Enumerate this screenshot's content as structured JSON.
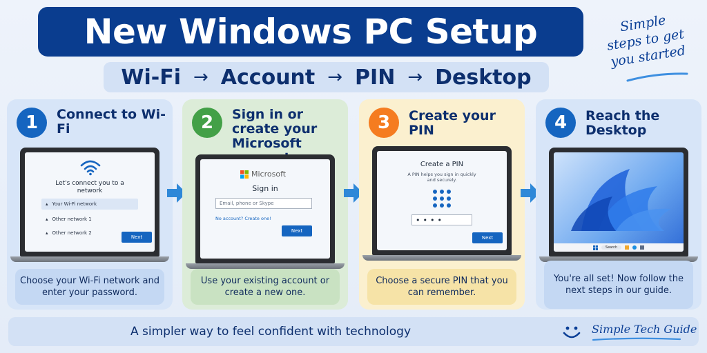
{
  "header": {
    "title": "New Windows PC Setup",
    "flow": [
      "Wi-Fi",
      "Account",
      "PIN",
      "Desktop"
    ],
    "flow_arrow": "→",
    "tagline": [
      "Simple",
      "steps to get",
      "you started"
    ]
  },
  "colors": {
    "title_bg": "#0a3d8f",
    "step1": "#1565c0",
    "step2": "#43a047",
    "step3": "#f57c20",
    "step4": "#1565c0",
    "arrow": "#2e88d8"
  },
  "steps": [
    {
      "number": "1",
      "title": "Connect to Wi-Fi",
      "description": "Choose your Wi-Fi network and enter your password.",
      "screen": {
        "icon": "wifi-icon",
        "heading": "Let's connect you to a network",
        "networks": [
          "Your Wi-Fi network",
          "Other network 1",
          "Other network 2"
        ],
        "button": "Next"
      }
    },
    {
      "number": "2",
      "title": "Sign in or create your Microsoft account",
      "description": "Use your existing account or create a new one.",
      "screen": {
        "brand": "Microsoft",
        "heading": "Sign in",
        "placeholder": "Email, phone or Skype",
        "link": "No account? Create one!",
        "button": "Next"
      }
    },
    {
      "number": "3",
      "title": "Create your PIN",
      "description": "Choose a secure PIN that you can remember.",
      "screen": {
        "heading": "Create a PIN",
        "subtext": "A PIN helps you sign in quickly and securely.",
        "pin_value": "••••",
        "button": "Next"
      }
    },
    {
      "number": "4",
      "title": "Reach the Desktop",
      "description": "You're all set! Now follow the next steps in our guide.",
      "screen": {
        "search": "Search"
      }
    }
  ],
  "footer": {
    "text": "A simpler way to feel confident with technology",
    "brand": "Simple Tech Guide"
  }
}
